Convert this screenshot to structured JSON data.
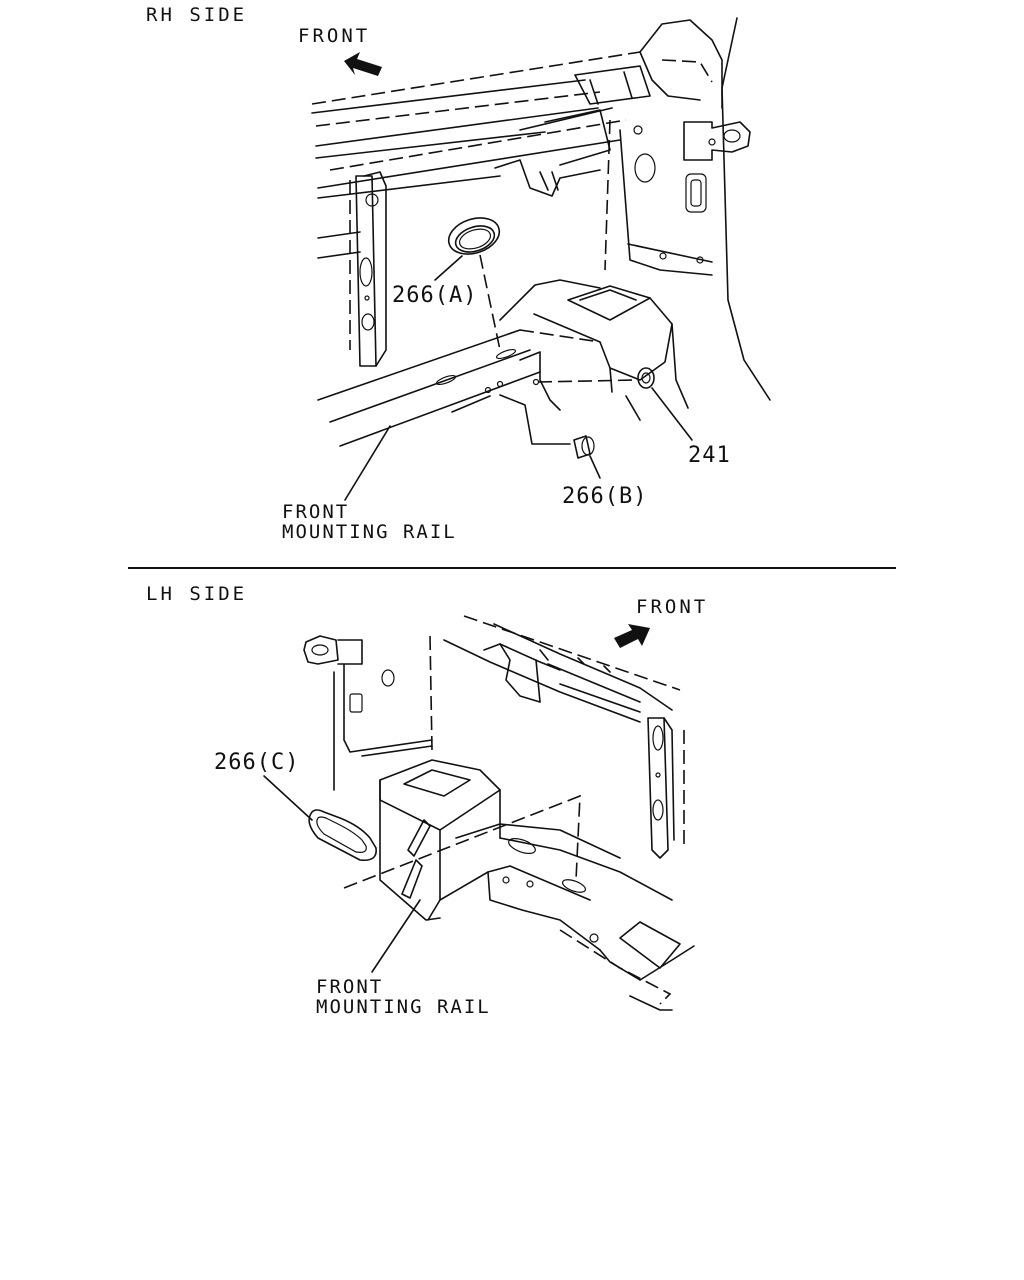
{
  "rh_section": {
    "title": "RH SIDE",
    "front_label": "FRONT",
    "callouts": {
      "grommet_a": "266(A)",
      "grommet_b": "266(B)",
      "plug": "241"
    },
    "rail_label": [
      "FRONT",
      "MOUNTING RAIL"
    ]
  },
  "lh_section": {
    "title": "LH SIDE",
    "front_label": "FRONT",
    "callouts": {
      "grommet_c": "266(C)"
    },
    "rail_label": [
      "FRONT",
      "MOUNTING RAIL"
    ]
  },
  "icons": [
    "front-arrow-icon"
  ],
  "colors": {
    "ink": "#111111",
    "paper": "#ffffff"
  }
}
